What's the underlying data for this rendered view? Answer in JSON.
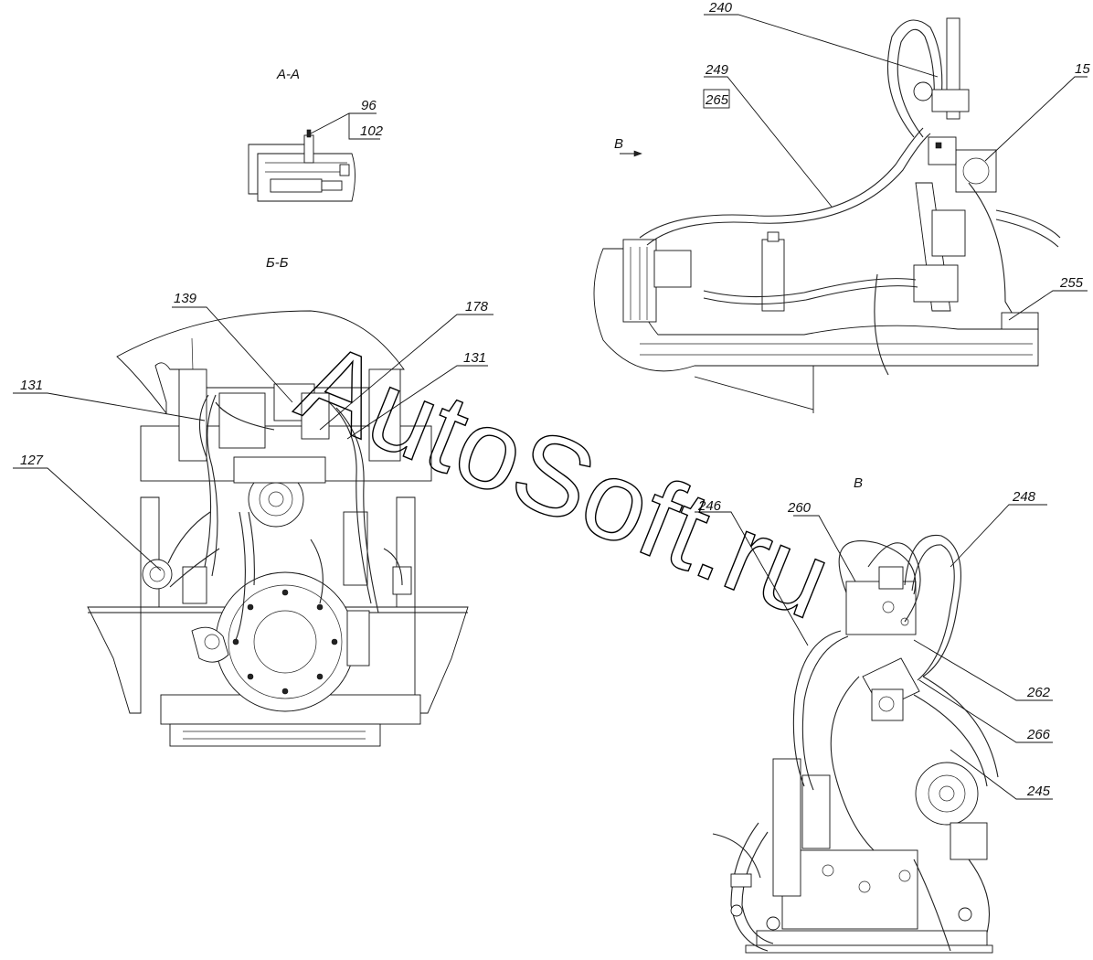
{
  "sections": {
    "aa": "А-А",
    "bb": "Б-Б",
    "v_title": "В",
    "v_arrow": "В"
  },
  "callouts": {
    "c96": "96",
    "c102": "102",
    "c139": "139",
    "c178": "178",
    "c131a": "131",
    "c131b": "131",
    "c127": "127",
    "c240": "240",
    "c249": "249",
    "c265": "265",
    "c15": "15",
    "c255": "255",
    "c246": "246",
    "c260": "260",
    "c248": "248",
    "c262": "262",
    "c266": "266",
    "c245": "245"
  },
  "watermark": "AutoSoft.ru"
}
